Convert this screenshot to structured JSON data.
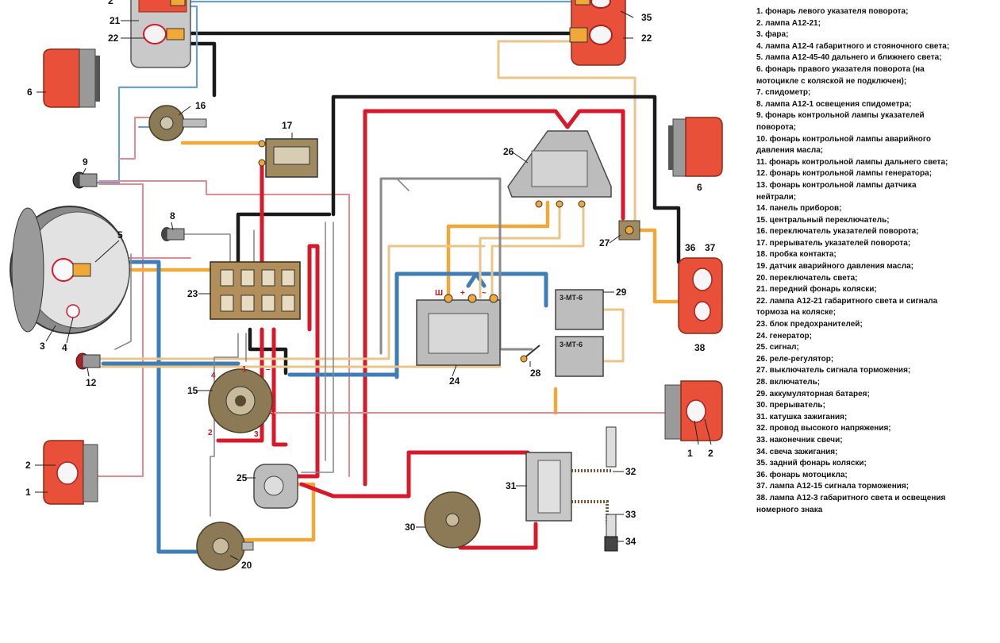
{
  "callouts": {
    "c1a": "1",
    "c2a": "2",
    "c1b": "1",
    "c2b": "2",
    "c3": "3",
    "c4": "4",
    "c5": "5",
    "c6a": "6",
    "c6b": "6",
    "c8": "8",
    "c9": "9",
    "c12": "12",
    "c15": "15",
    "c16": "16",
    "c17": "17",
    "c20": "20",
    "c21": "21",
    "c22a": "22",
    "c22b": "22",
    "c23": "23",
    "c24": "24",
    "c25": "25",
    "c26": "26",
    "c27": "27",
    "c28": "28",
    "c29": "29",
    "c30": "30",
    "c31": "31",
    "c32": "32",
    "c33": "33",
    "c34": "34",
    "c35": "35",
    "c36": "36",
    "c37": "37",
    "c38": "38"
  },
  "terminal_labels": {
    "sh": "Ш",
    "plus": "+",
    "tilde": "~",
    "t4": "4",
    "t1": "1",
    "t3a": "3",
    "t2": "2",
    "t3b": "3",
    "minus": "–"
  },
  "battery_labels": {
    "bat1": "3-МТ-6",
    "bat2": "3-МТ-6"
  },
  "legend": [
    "1. фонарь левого указателя поворота;",
    "2. лампа А12-21;",
    "3. фара;",
    "4. лампа А12-4 габаритного и стояночного света;",
    "5. лампа А12-45-40 дальнего и ближнего света;",
    "6. фонарь правого указателя поворота (на",
    "мотоцикле с коляской не подключен);",
    "7. спидометр;",
    "8. лампа А12-1 освещения спидометра;",
    "9. фонарь контрольной лампы указателей",
    "поворота;",
    "10. фонарь контрольной лампы аварийного",
    "давления масла;",
    "11. фонарь контрольной лампы дальнего света;",
    "12. фонарь контрольной лампы генератора;",
    "13. фонарь контрольной лампы датчика",
    "нейтрали;",
    "14. панель приборов;",
    "15. центральный переключатель;",
    "16. переключатель указателей поворота;",
    "17. прерыватель указателей поворота;",
    "18. пробка контакта;",
    "19. датчик аварийного давления масла;",
    "20. переключатель света;",
    "21. передний фонарь коляски;",
    "22. лампа А12-21 габаритного света и сигнала",
    "тормоза на коляске;",
    "23. блок предохранителей;",
    "24. генератор;",
    "25. сигнал;",
    "26. реле-регулятор;",
    "27. выключатель сигнала торможения;",
    "28. включатель;",
    "29. аккумуляторная батарея;",
    "30. прерыватель;",
    "31. катушка зажигания;",
    "32. провод высокого напряжения;",
    "33. наконечник свечи;",
    "34. свеча зажигания;",
    "35. задний фонарь коляски;",
    "36. фонарь мотоцикла;",
    "37. лампа А12-15 сигнала торможения;",
    "38. лампа А12-3 габаритного света и освещения",
    "номерного знака"
  ]
}
